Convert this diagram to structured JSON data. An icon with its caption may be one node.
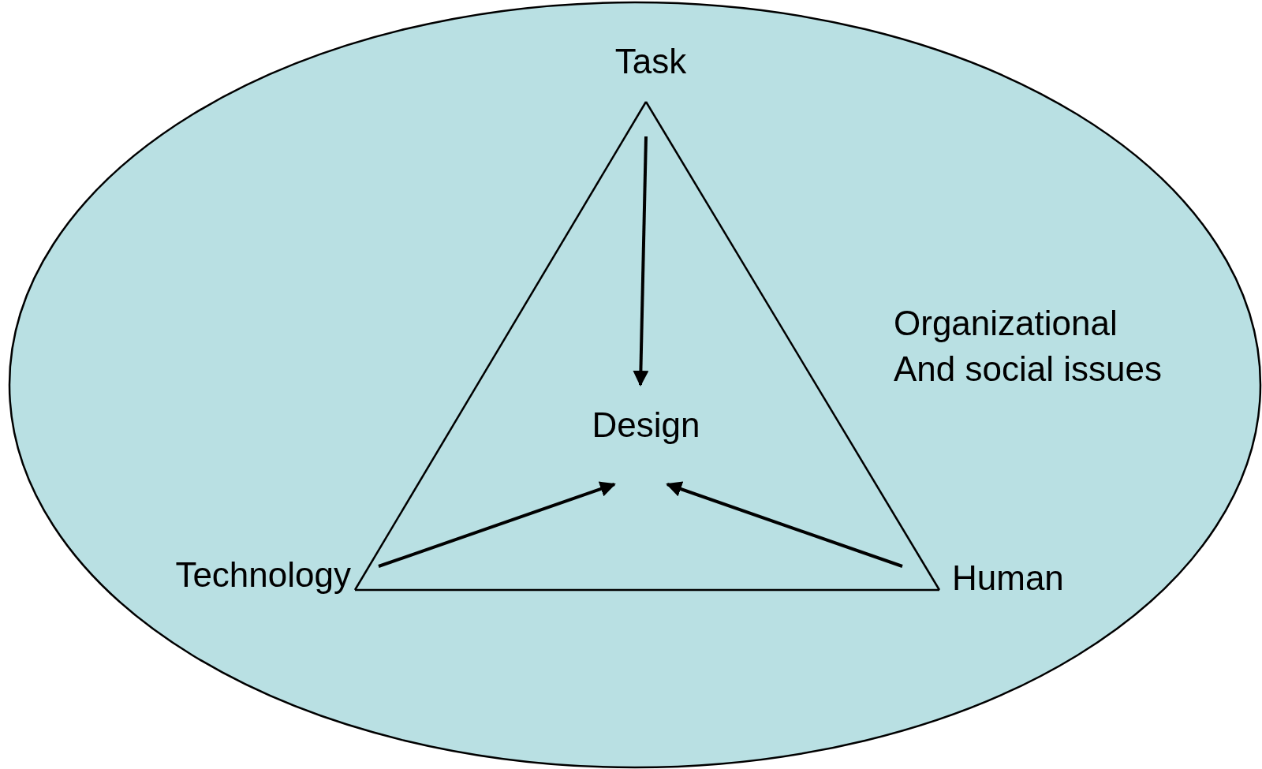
{
  "diagram": {
    "nodes": [
      {
        "text": [
          "Organizational And social issues"
        ]
      },
      {
        "text": [
          "Task"
        ],
        "in": 0
      },
      {
        "text": [
          "Technology"
        ],
        "in": 0
      },
      {
        "text": [
          "Human"
        ],
        "in": 0
      },
      {
        "text": [
          "Design"
        ],
        "in": 0
      }
    ],
    "edges": [
      {
        "from": 1,
        "to": 4,
        "arrow": "to"
      },
      {
        "from": 2,
        "to": 4,
        "arrow": "to"
      },
      {
        "from": 3,
        "to": 4,
        "arrow": "to"
      },
      {
        "from": 1,
        "to": 2,
        "arrow": "none"
      },
      {
        "from": 2,
        "to": 3,
        "arrow": "none"
      },
      {
        "from": 3,
        "to": 1,
        "arrow": "none"
      }
    ]
  }
}
